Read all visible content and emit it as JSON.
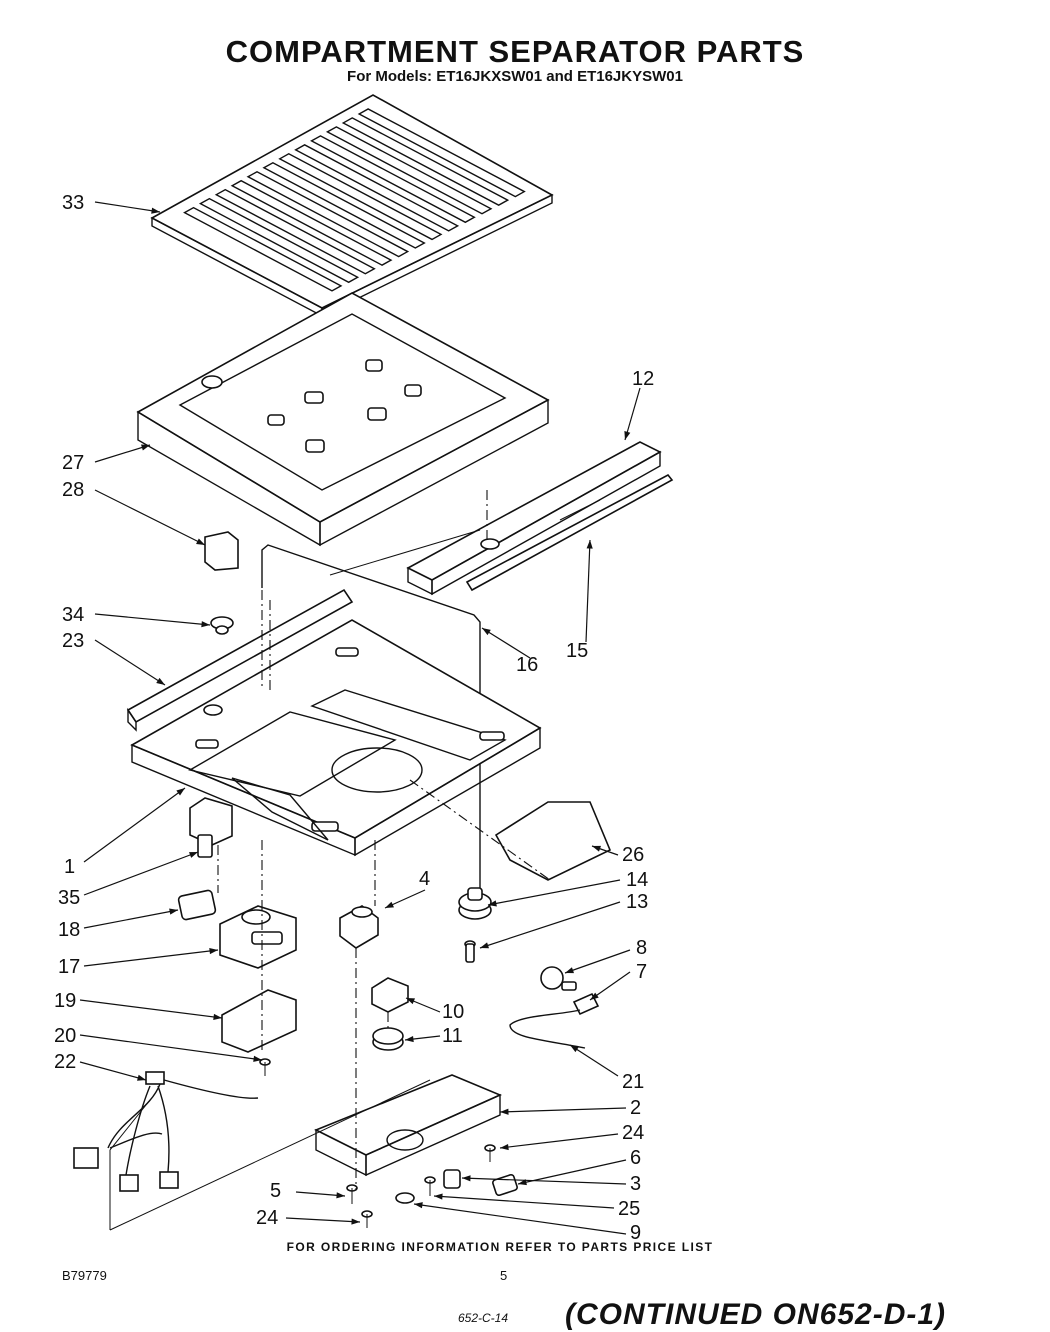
{
  "header": {
    "title": "COMPARTMENT SEPARATOR PARTS",
    "subtitle": "For Models: ET16JKXSW01 and ET16JKYSW01"
  },
  "diagram": {
    "callouts": [
      "33",
      "27",
      "28",
      "12",
      "15",
      "16",
      "34",
      "23",
      "1",
      "26",
      "35",
      "4",
      "14",
      "13",
      "18",
      "17",
      "8",
      "7",
      "19",
      "10",
      "11",
      "20",
      "22",
      "21",
      "2",
      "24",
      "6",
      "3",
      "5",
      "25",
      "9"
    ]
  },
  "footer": {
    "ordering_note": "FOR ORDERING INFORMATION REFER TO PARTS PRICE LIST",
    "doc_number": "B79779",
    "page_number": "5",
    "handwritten_ref": "652-C-14",
    "continued_note": "(CONTINUED ON652-D-1)"
  }
}
